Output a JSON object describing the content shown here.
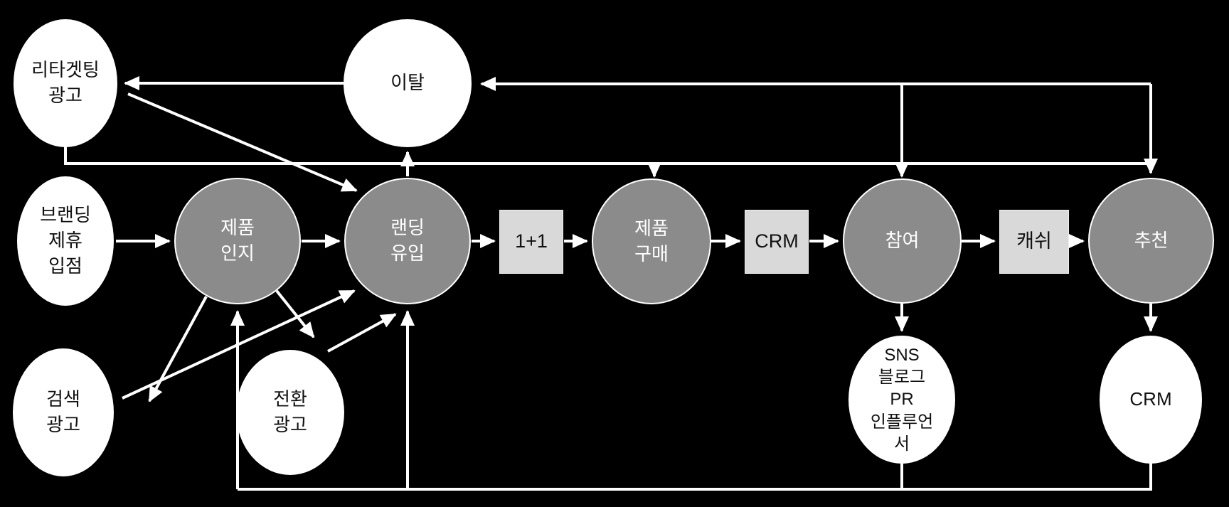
{
  "colors": {
    "background": "#000000",
    "stage_circle_fill": "#8b8b8b",
    "tactic_circle_fill": "#ffffff",
    "offer_box_fill": "#d9d9d9",
    "connector": "#ffffff"
  },
  "nodes": {
    "retargeting_ads": {
      "label": "리타겟팅\n광고"
    },
    "churn": {
      "label": "이탈"
    },
    "branding_partnership": {
      "label": "브랜딩\n제휴\n입점"
    },
    "search_ads": {
      "label": "검색\n광고"
    },
    "conversion_ads": {
      "label": "전환\n광고"
    },
    "product_awareness": {
      "label": "제품\n인지"
    },
    "landing_inflow": {
      "label": "랜딩\n유입"
    },
    "one_plus_one_offer": {
      "label": "1+1"
    },
    "product_purchase": {
      "label": "제품\n구매"
    },
    "crm_offer": {
      "label": "CRM"
    },
    "engagement": {
      "label": "참여"
    },
    "cash_offer": {
      "label": "캐쉬"
    },
    "referral": {
      "label": "추천"
    },
    "sns_channels": {
      "label": "SNS\n블로그\nPR\n인플루언\n서"
    },
    "crm_channel": {
      "label": "CRM"
    }
  }
}
